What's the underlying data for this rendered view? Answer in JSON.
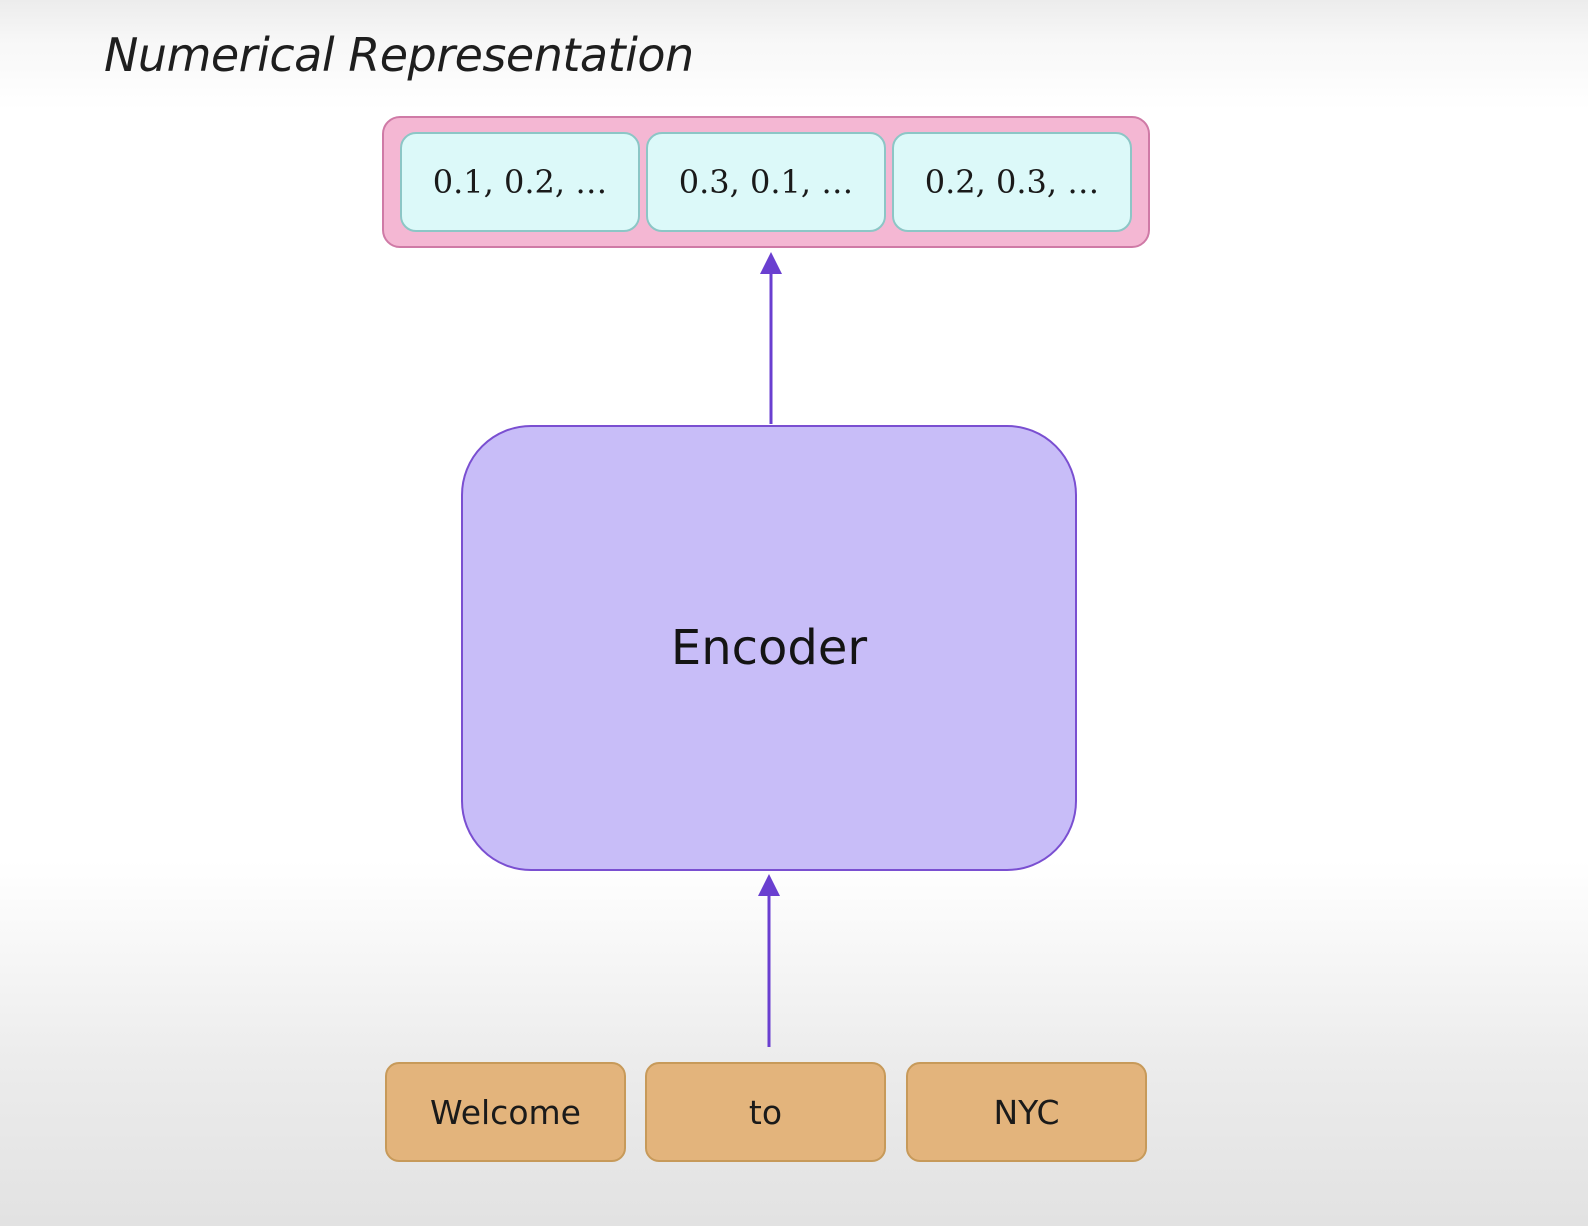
{
  "title": "Numerical Representation",
  "colors": {
    "output_container_fill": "#f4b7d3",
    "vector_fill": "#dcf9f9",
    "encoder_fill": "#c8bdf8",
    "token_fill": "#e3b47c",
    "arrow": "#6a3fd0"
  },
  "output": {
    "vectors": [
      "0.1, 0.2, …",
      "0.3, 0.1, …",
      "0.2, 0.3, …"
    ]
  },
  "encoder": {
    "label": "Encoder"
  },
  "input": {
    "tokens": [
      "Welcome",
      "to",
      "NYC"
    ]
  }
}
